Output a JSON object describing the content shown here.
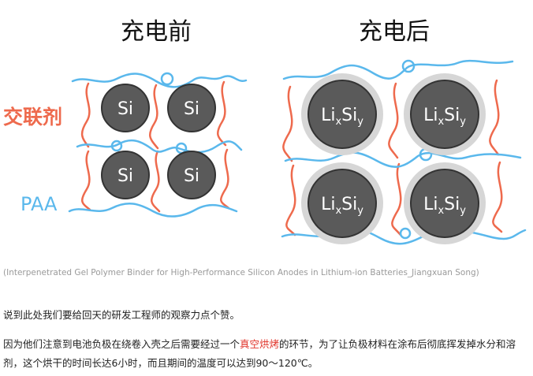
{
  "diagram": {
    "before_title": "充电前",
    "after_title": "充电后",
    "crosslinker_label": "交联剂",
    "paa_label": "PAA",
    "before_particle": "Si",
    "after_particle_main": "Li",
    "after_particle_sub1": "x",
    "after_particle_mid": "Si",
    "after_particle_sub2": "y",
    "colors": {
      "polymer": "#5ab8ec",
      "crosslinker": "#ee6a4d",
      "particle": "#5a5a5a",
      "particle_stroke": "#333333",
      "shell": "#d6d6d6",
      "text_label_red": "#ee6a4d",
      "text_label_blue": "#5ab8ec"
    }
  },
  "caption": "(Interpenetrated Gel Polymer Binder for High-Performance Silicon Anodes in Lithium-ion Batteries_Jiangxuan Song)",
  "paragraph1": "说到此处我们要给回天的研发工程师的观察力点个赞。",
  "paragraph2": {
    "before": "因为他们注意到电池负极在绕卷入壳之后需要经过一个",
    "highlight": "真空烘烤",
    "after": "的环节，为了让负极材料在涂布后彻底挥发掉水分和溶剂，这个烘干的时间长达6小时，而且期间的温度可以达到90～120℃。"
  }
}
